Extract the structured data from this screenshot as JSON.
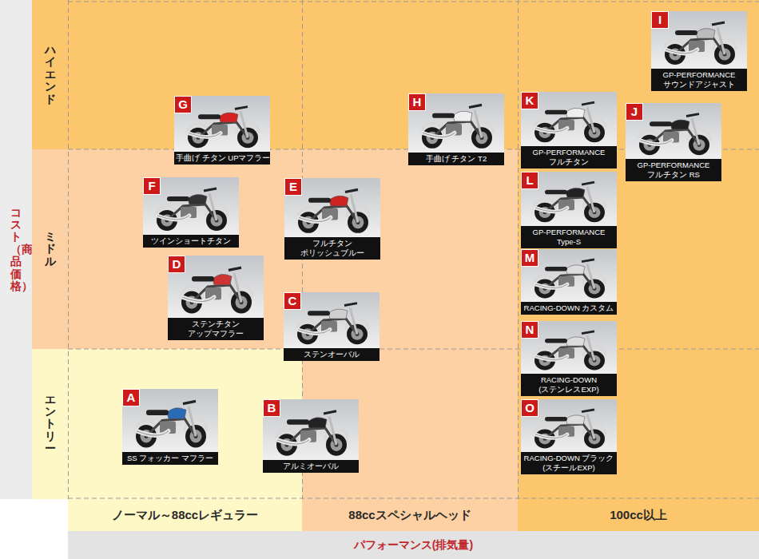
{
  "diagram": {
    "nodes": [
      {
        "text": [
          "コスト（商品価格）"
        ]
      },
      {
        "text": [
          "ハイエンド"
        ]
      },
      {
        "text": [
          "ミドル"
        ]
      },
      {
        "text": [
          "エントリー"
        ]
      },
      {
        "text": [
          "A",
          "SS フォッカー マフラー"
        ]
      },
      {
        "text": [
          "B",
          "アルミオーバル"
        ]
      },
      {
        "text": [
          "C",
          "ステンオーバル"
        ]
      },
      {
        "text": [
          "D",
          "ステンチタン アップマフラー"
        ]
      },
      {
        "text": [
          "E",
          "フルチタン ポリッシュブルー"
        ]
      },
      {
        "text": [
          "F",
          "ツインショートチタン"
        ]
      },
      {
        "text": [
          "G",
          "手曲げ チタン UPマフラー"
        ]
      },
      {
        "text": [
          "H",
          "手曲げ チタン T2"
        ]
      },
      {
        "text": [
          "I",
          "GP-PERFORMANCE サウンドアジャスト"
        ]
      },
      {
        "text": [
          "J",
          "GP-PERFORMANCE フルチタン RS"
        ]
      },
      {
        "text": [
          "K",
          "GP-PERFORMANCE フルチタン"
        ]
      },
      {
        "text": [
          "L",
          "GP-PERFORMANCE Type-S"
        ]
      },
      {
        "text": [
          "M",
          "RACING-DOWN カスタム"
        ]
      },
      {
        "text": [
          "N",
          "RACING-DOWN (ステンレスEXP)"
        ]
      },
      {
        "text": [
          "O",
          "RACING-DOWN ブラック(スチールEXP)"
        ]
      },
      {
        "text": [
          "ノーマル～88ccレギュラー"
        ]
      },
      {
        "text": [
          "88ccスペシャルヘッド"
        ]
      },
      {
        "text": [
          "100cc以上"
        ]
      },
      {
        "text": [
          "パフォーマンス(排気量)"
        ]
      }
    ]
  }
}
